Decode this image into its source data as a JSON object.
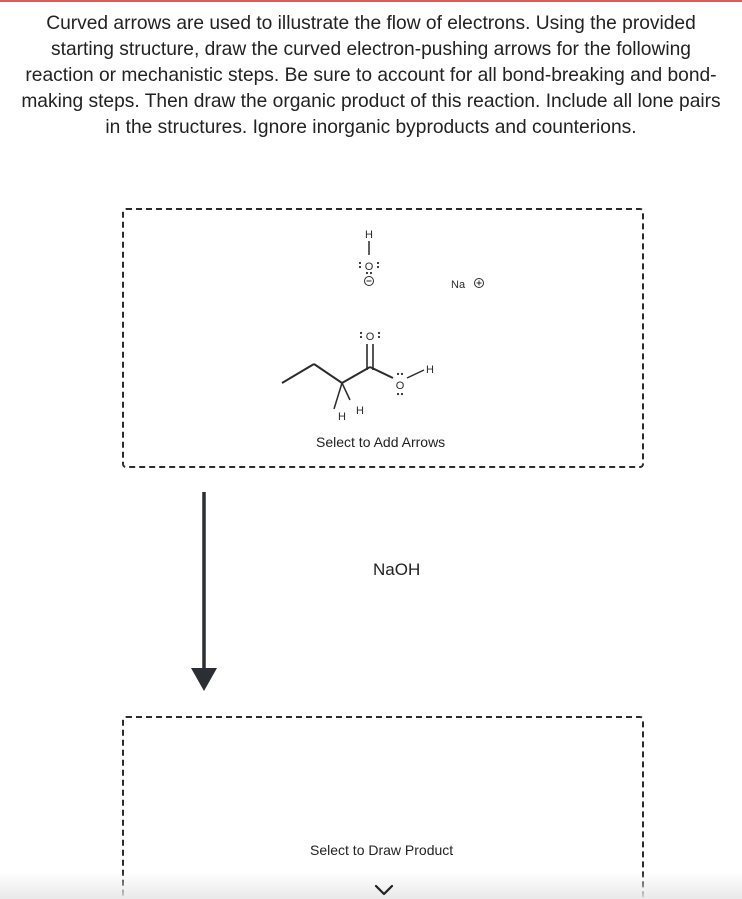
{
  "instructions": "Curved arrows are used to illustrate the flow of electrons. Using the provided starting structure, draw the curved electron-pushing arrows for the following reaction or mechanistic steps. Be sure to account for all bond-breaking and bond-making steps. Then draw the organic product of this reaction. Include all lone pairs in the structures. Ignore inorganic byproducts and counterions.",
  "start_box": {
    "caption": "Select to Add Arrows",
    "hydroxide": {
      "h": "H",
      "o": "O"
    },
    "sodium": {
      "label": "Na"
    },
    "acid": {
      "carbonyl_o": "O",
      "hydroxyl_o": "O",
      "acid_h": "H",
      "alpha_h1": "H",
      "alpha_h2": "H"
    }
  },
  "reagent": {
    "label": "NaOH"
  },
  "product_box": {
    "caption": "Select to Draw Product"
  },
  "icons": {
    "reaction_arrow": "down-arrow-icon",
    "chevron": "chevron-down-icon",
    "plus_charge": "plus-charge-icon",
    "minus_charge": "minus-charge-icon"
  }
}
